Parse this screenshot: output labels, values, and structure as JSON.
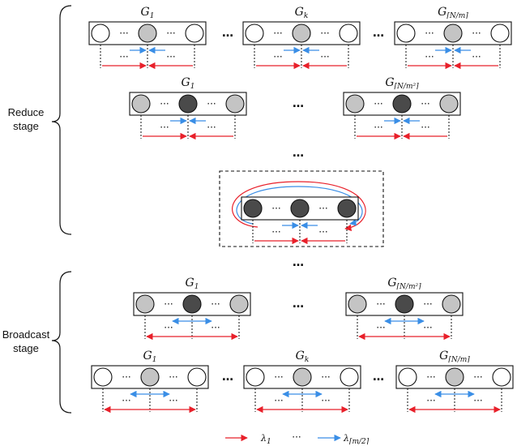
{
  "stages": {
    "reduce": [
      "Reduce",
      "stage"
    ],
    "broadcast": [
      "Broadcast",
      "stage"
    ]
  },
  "groups": {
    "g1": {
      "base": "G",
      "sub": "1"
    },
    "gk": {
      "base": "G",
      "sub": "k"
    },
    "gnm": {
      "base": "G",
      "sub": "⌈N/m⌉"
    },
    "gnm2": {
      "base": "G",
      "sub": "⌈N/m²⌉"
    }
  },
  "ellipsis": "…",
  "dots": "···",
  "legend": {
    "red_label": "λ",
    "red_sub": "1",
    "mid": "···",
    "blue_label": "λ",
    "blue_sub": "⌈m/2⌉"
  },
  "colors": {
    "red": "#e8202a",
    "blue": "#3a8ee6",
    "white_node": "#ffffff",
    "grey_node": "#c4c4c4",
    "dark_node": "#4a4a4a"
  }
}
